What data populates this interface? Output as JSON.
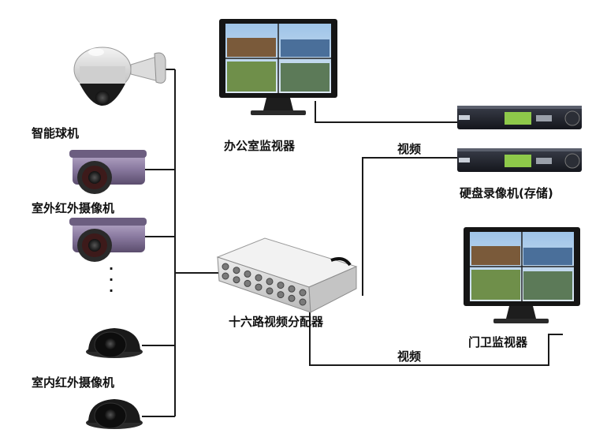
{
  "labels": {
    "smart_dome_camera": "智能球机",
    "outdoor_ir_camera": "室外红外摄像机",
    "indoor_ir_camera": "室内红外摄像机",
    "office_monitor": "办公室监视器",
    "dvr": "硬盘录像机(存储)",
    "video_splitter": "十六路视频分配器",
    "gate_monitor": "门卫监视器",
    "link_video_top": "视频",
    "link_video_bottom": "视频"
  },
  "ellipsis": "·\n·\n·"
}
